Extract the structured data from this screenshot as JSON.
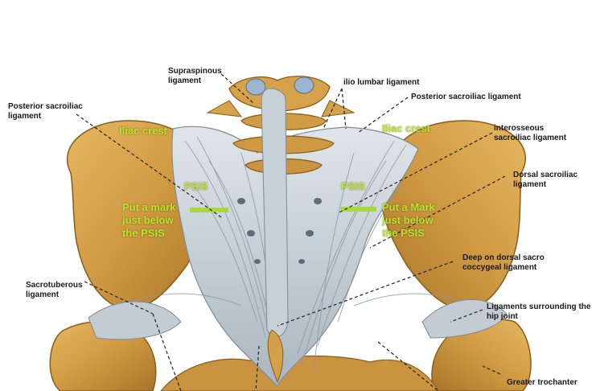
{
  "labels": {
    "supraspinous": [
      "Supraspinous",
      "ligament"
    ],
    "ilio_lumbar": "ilio lumbar ligament",
    "posterior_si_left": [
      "Posterior sacroiliac",
      "ligament"
    ],
    "posterior_si_right": "Posterior sacroiliac ligament",
    "interosseous": [
      "interosseous",
      "sacroiliac ligament"
    ],
    "dorsal_si": [
      "Dorsal sacroiliac",
      "ligament"
    ],
    "deep_dorsal": [
      "Deep on dorsal sacro",
      "coccygeal ligament"
    ],
    "sacrotuberous": [
      "Sacrotuberous",
      "ligament"
    ],
    "hip_joint": [
      "Ligaments surrounding the",
      "hip joint"
    ],
    "greater_trochanter": "Greater trochanter"
  },
  "annotations": {
    "iliac_crest_left": "Iliac crest",
    "iliac_crest_right": "Iliac crest",
    "psis_left": "PSIS",
    "psis_right": "PSIS",
    "mark_left": [
      "Put a mark",
      "just below",
      "the PSIS"
    ],
    "mark_right": [
      "Put a Mark",
      "just below",
      "the PSIS"
    ]
  },
  "colors": {
    "bone": "#d4a04a",
    "bone_dark": "#9a6a22",
    "ligament": "#cdd6dc",
    "ligament_shade": "#8e9ba6",
    "annotation": "#b5e62c",
    "leader_line": "#222222"
  }
}
